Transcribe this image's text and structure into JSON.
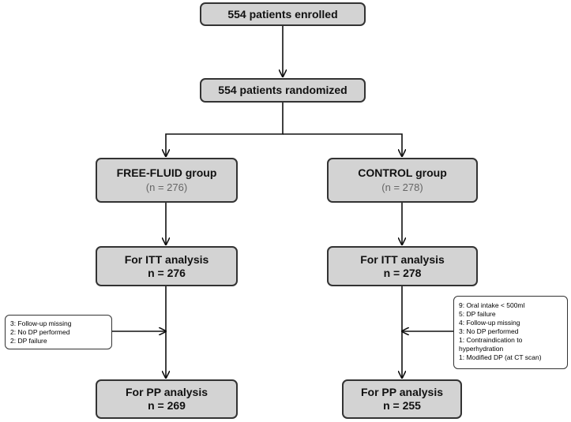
{
  "nodes": {
    "enrolled": {
      "label": "554 patients enrolled"
    },
    "randomized": {
      "label": "554 patients randomized"
    },
    "free_fluid": {
      "label": "FREE-FLUID group",
      "n": "(n = 276)"
    },
    "control": {
      "label": "CONTROL group",
      "n": "(n = 278)"
    },
    "ff_itt": {
      "label": "For ITT analysis",
      "n": "n = 276"
    },
    "ctrl_itt": {
      "label": "For ITT analysis",
      "n": "n = 278"
    },
    "ff_pp": {
      "label": "For PP analysis",
      "n": "n = 269"
    },
    "ctrl_pp": {
      "label": "For PP analysis",
      "n": "n = 255"
    }
  },
  "exclusions": {
    "free_fluid": [
      "3: Follow-up missing",
      "2: No DP performed",
      "2: DP failure"
    ],
    "control": [
      "9: Oral intake < 500ml",
      "5: DP failure",
      "4: Follow-up missing",
      "3: No DP performed",
      "1: Contraindication to hyperhydration",
      "1: Modified DP (at CT scan)"
    ]
  }
}
